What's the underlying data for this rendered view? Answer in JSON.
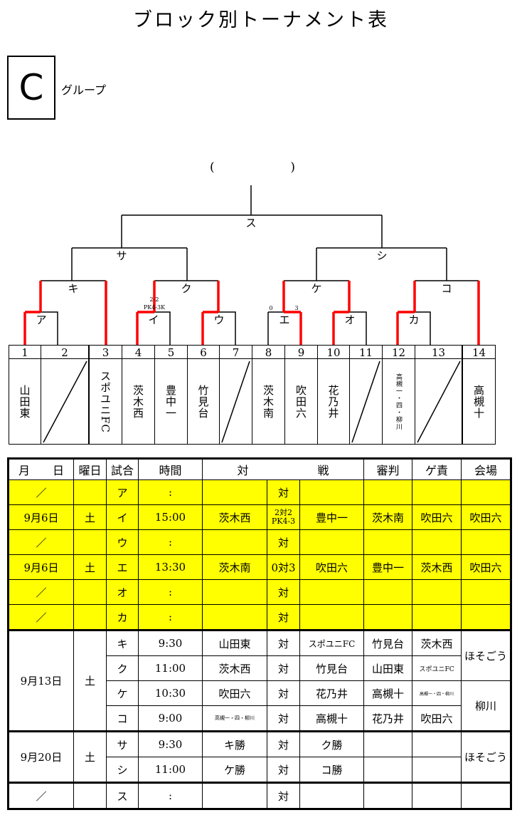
{
  "title": "ブロック別トーナメント表",
  "group": {
    "letter": "C",
    "label": "グループ"
  },
  "champion": {
    "open": "(",
    "close": ")"
  },
  "bracket": {
    "labels": {
      "a": "ア",
      "i": "イ",
      "u": "ウ",
      "e": "エ",
      "o": "オ",
      "ka": "カ",
      "ki": "キ",
      "ku": "ク",
      "ke": "ケ",
      "ko": "コ",
      "sa": "サ",
      "shi": "シ",
      "su": "ス"
    },
    "scores": {
      "i_score": "2-2",
      "i_pk": "PK4-3K",
      "e_left": "0",
      "e_right": "3"
    }
  },
  "players": [
    {
      "num": "1",
      "name": "山田東"
    },
    {
      "num": "2",
      "name": ""
    },
    {
      "num": "3",
      "name": "スポユニFC"
    },
    {
      "num": "4",
      "name": "茨木西"
    },
    {
      "num": "5",
      "name": "豊中一"
    },
    {
      "num": "6",
      "name": "竹見台"
    },
    {
      "num": "7",
      "name": ""
    },
    {
      "num": "8",
      "name": "茨木南"
    },
    {
      "num": "9",
      "name": "吹田六"
    },
    {
      "num": "10",
      "name": "花乃井"
    },
    {
      "num": "11",
      "name": ""
    },
    {
      "num": "12",
      "name": "高槻一・四・柳川"
    },
    {
      "num": "13",
      "name": ""
    },
    {
      "num": "14",
      "name": "高槻十"
    }
  ],
  "schedule": {
    "headers": {
      "date": "月　　日",
      "day": "曜日",
      "match": "試合",
      "time": "時間",
      "vs_left": "対",
      "vs_right": "戦",
      "referee": "審判",
      "duty": "ゲ責",
      "venue": "会場"
    },
    "vs": "対",
    "rows": [
      {
        "date": "／",
        "day": "",
        "match": "ア",
        "time": ":",
        "home": "",
        "score": "対",
        "away": "",
        "referee": "",
        "duty": "",
        "venue": ""
      },
      {
        "date": "9月6日",
        "day": "土",
        "match": "イ",
        "time": "15:00",
        "home": "茨木西",
        "score": "2対2",
        "score_pk": "PK4-3",
        "away": "豊中一",
        "referee": "茨木南",
        "duty": "吹田六",
        "venue": "吹田六"
      },
      {
        "date": "／",
        "day": "",
        "match": "ウ",
        "time": ":",
        "home": "",
        "score": "対",
        "away": "",
        "referee": "",
        "duty": "",
        "venue": ""
      },
      {
        "date": "9月6日",
        "day": "土",
        "match": "エ",
        "time": "13:30",
        "home": "茨木南",
        "score": "0対3",
        "away": "吹田六",
        "referee": "豊中一",
        "duty": "茨木西",
        "venue": "吹田六"
      },
      {
        "date": "／",
        "day": "",
        "match": "オ",
        "time": ":",
        "home": "",
        "score": "対",
        "away": "",
        "referee": "",
        "duty": "",
        "venue": ""
      },
      {
        "date": "／",
        "day": "",
        "match": "カ",
        "time": ":",
        "home": "",
        "score": "対",
        "away": "",
        "referee": "",
        "duty": "",
        "venue": ""
      }
    ],
    "block13": {
      "date": "9月13日",
      "day": "土",
      "rows": [
        {
          "match": "キ",
          "time": "9:30",
          "home": "山田東",
          "away": "スポユニFC",
          "referee": "竹見台",
          "duty": "茨木西"
        },
        {
          "match": "ク",
          "time": "11:00",
          "home": "茨木西",
          "away": "竹見台",
          "referee": "山田東",
          "duty": "スポユニFC"
        },
        {
          "match": "ケ",
          "time": "10:30",
          "home": "吹田六",
          "away": "花乃井",
          "referee": "高槻十",
          "duty": "高槻一・四・柳川"
        },
        {
          "match": "コ",
          "time": "9:00",
          "home": "高槻一・四・柳川",
          "away": "高槻十",
          "referee": "花乃井",
          "duty": "吹田六"
        }
      ],
      "venue_top": "ほそごう",
      "venue_bottom": "柳川"
    },
    "block20": {
      "date": "9月20日",
      "day": "土",
      "rows": [
        {
          "match": "サ",
          "time": "9:30",
          "home": "キ勝",
          "away": "ク勝"
        },
        {
          "match": "シ",
          "time": "11:00",
          "home": "ケ勝",
          "away": "コ勝"
        }
      ],
      "venue": "ほそごう"
    },
    "final": {
      "date": "／",
      "match": "ス",
      "time": ":"
    }
  },
  "colors": {
    "winner_line": "#ff0000",
    "highlight": "#ffff00"
  }
}
